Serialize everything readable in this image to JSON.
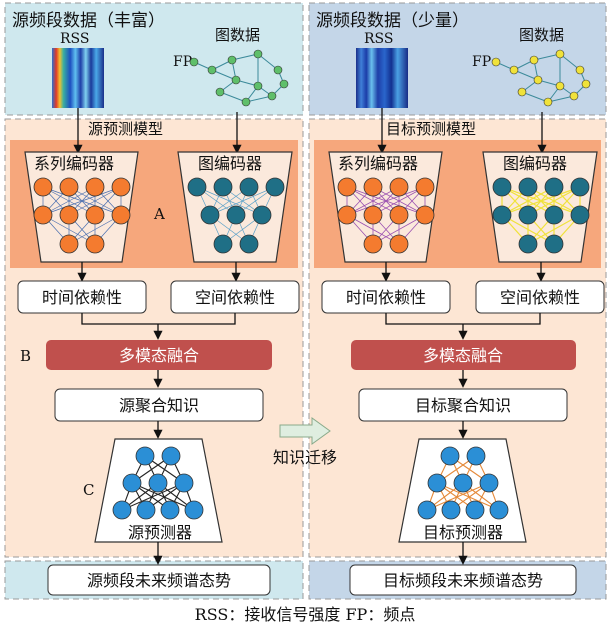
{
  "left": {
    "header": "源频段数据（丰富）",
    "rss_label": "RSS",
    "graph_label": "图数据",
    "fp_label": "FP",
    "model_label": "源预测模型",
    "series_encoder": "系列编码器",
    "graph_encoder": "图编码器",
    "temporal": "时间依赖性",
    "spatial": "空间依赖性",
    "fusion": "多模态融合",
    "knowledge": "源聚合知识",
    "predictor": "源预测器",
    "output": "源频段未来频谱态势"
  },
  "right": {
    "header": "源频段数据（少量）",
    "rss_label": "RSS",
    "graph_label": "图数据",
    "fp_label": "FP",
    "model_label": "目标预测模型",
    "series_encoder": "系列编码器",
    "graph_encoder": "图编码器",
    "temporal": "时间依赖性",
    "spatial": "空间依赖性",
    "fusion": "多模态融合",
    "knowledge": "目标聚合知识",
    "predictor": "目标预测器",
    "output": "目标频段未来频谱态势"
  },
  "markers": {
    "a": "A",
    "b": "B",
    "c": "C"
  },
  "transfer_label": "知识迁移",
  "footer": "RSS：接收信号强度  FP：频点",
  "colors": {
    "left_top_bg": "#cfe8ee",
    "right_top_bg": "#c4d6e8",
    "middle_bg": "#fde6d4",
    "encoder_bg": "#f6a77c",
    "fusion": "#c0504d",
    "orange_node": "#f47b2f",
    "teal_node": "#1f6f86",
    "blue_node": "#2b8fd6",
    "graph_node_left": "#5fbf6a",
    "graph_node_right": "#f0e23a",
    "edge_left_encoder": "#4a6fb0",
    "edge_right_encoder": "#9a4fb0",
    "edge_right_graph": "#f0e23a",
    "edge_left_predictor": "#222222",
    "edge_right_predictor": "#e58a3a"
  }
}
